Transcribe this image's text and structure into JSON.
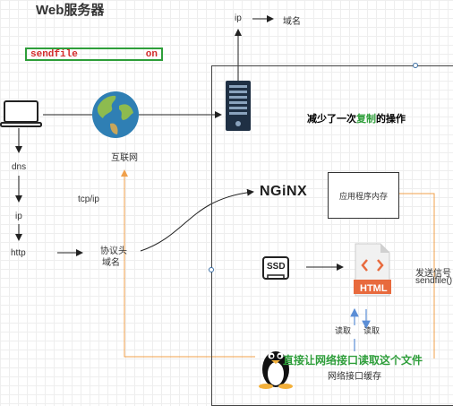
{
  "title": "Web服务器",
  "sendfile": {
    "directive": "sendfile",
    "value": "on"
  },
  "top": {
    "ip": "ip",
    "domain": "域名"
  },
  "client": {
    "internet": "互联网",
    "dns": "dns",
    "ip": "ip",
    "http": "http",
    "tcp_ip": "tcp/ip",
    "protocol_header": "协议头",
    "domain": "域名"
  },
  "server": {
    "heading_prefix": "减少了一次",
    "heading_highlight": "复制",
    "heading_suffix": "的操作",
    "nginx": "NGiNX",
    "app_memory": "应用程序内存",
    "send_signal": "发送信号",
    "sendfile_call": "sendfile()",
    "ssd": "SSD",
    "html": "HTML",
    "read_left": "读取",
    "read_right": "读取",
    "direct_note": "直接让网络接口读取这个文件",
    "nic_cache": "网络接口缓存"
  },
  "colors": {
    "green": "#2e9e3a",
    "red": "#d32b2b",
    "orange": "#f0a04b",
    "blue": "#5b8ed6",
    "html_orange": "#e86a3d"
  }
}
